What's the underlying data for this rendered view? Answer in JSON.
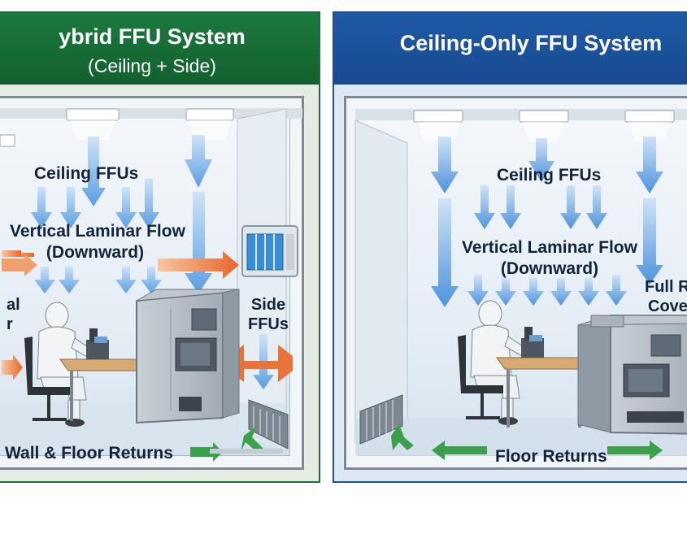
{
  "left": {
    "title": "ybrid FFU System",
    "subtitle": "(Ceiling + Side)",
    "ceiling_label": "Ceiling FFUs",
    "flow_line1": "Vertical Laminar Flow",
    "flow_line2": "(Downward)",
    "side_line1": "Side",
    "side_line2": "FFUs",
    "cut_line1": "al",
    "cut_line2": "r",
    "returns_label": "Wall & Floor Returns",
    "colors": {
      "header": "#1c7a3e",
      "border": "#1e6a3a",
      "airflow": "#4a90d9",
      "side_flow": "#e8743a"
    }
  },
  "right": {
    "title": "Ceiling-Only FFU System",
    "ceiling_label": "Ceiling FFUs",
    "flow_line1": "Vertical Laminar Flow",
    "flow_line2": "(Downward)",
    "cover_line1": "Full Ro",
    "cover_line2": "Cover",
    "returns_label": "Floor Returns",
    "colors": {
      "header": "#1f5aa8",
      "border": "#1e4f9a",
      "airflow": "#4a90d9",
      "return_arrow": "#3aa04a"
    }
  }
}
